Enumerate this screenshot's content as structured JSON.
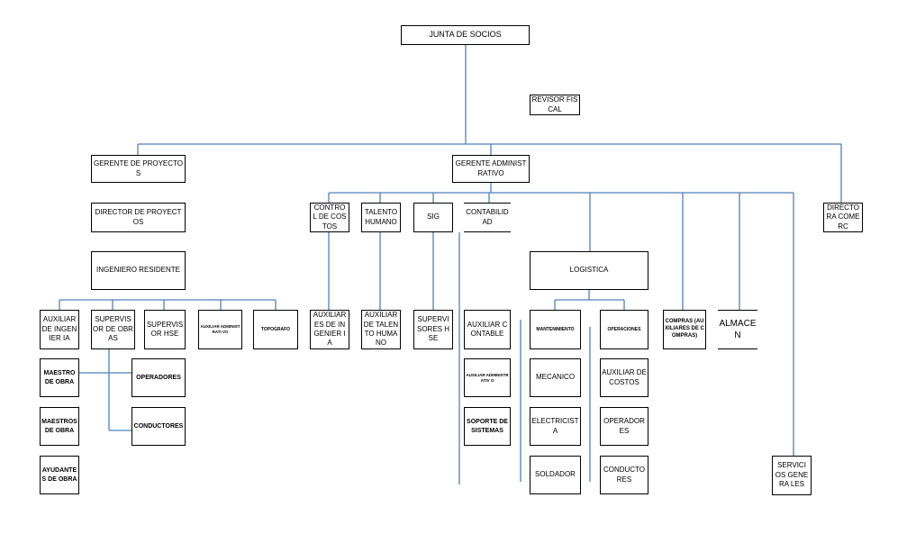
{
  "colors": {
    "connector": "#4f81bd",
    "box_border": "#000000",
    "text": "#000000",
    "background": "#ffffff"
  },
  "boxes": {
    "junta_socios": "JUNTA DE SOCIOS",
    "revisor_fiscal": "REVISOR FISCAL",
    "gerente_proyectos": "GERENTE DE PROYECTOS",
    "gerente_administrativo": "GERENTE ADMINISTRATIVO",
    "directora_comercial": "DIRECTO RA COMERC",
    "director_proyectos": "DIRECTOR DE PROYECTOS",
    "ingeniero_residente": "INGENIERO RESIDENTE",
    "auxiliar_ingenieria": "AUXILIAR DE INGENIER IA",
    "supervisor_obras": "SUPERVIS OR DE OBRAS",
    "supervisor_hse": "SUPERVIS OR HSE",
    "auxiliar_administrativo_proy": "AUXILIAR ADMINISTRATI VO",
    "topografo": "TOPOGRAFO",
    "maestro_obra": "MAESTRO DE OBRA",
    "maestros_obra": "MAESTROS DE OBRA",
    "ayudantes_obra": "AYUDANTE S DE OBRA",
    "operadores_proy": "OPERADORES",
    "conductores_proy": "CONDUCTORES",
    "control_costos": "CONTRO L DE COSTOS",
    "talento_humano": "TALENTO HUMANO",
    "sig": "SIG",
    "contabilidad": "CONTABILIDAD",
    "auxiliares_ingenieria": "AUXILIAR ES DE INGENIER IA",
    "auxiliar_talento_humano": "AUXILIAR DE TALENTO HUMANO",
    "supervisores_hse": "SUPERVI SORES HSE",
    "auxiliar_contable": "AUXILIAR CONTABLE",
    "auxiliar_administrativo_cont": "AUXILIAR ADMINISTRATIV O",
    "soporte_sistemas": "SOPORTE DE SISTEMAS",
    "logistica": "LOGISTICA",
    "mantenimiento": "MANTENIMIENTO",
    "operaciones": "OPERACIONES",
    "mecanico": "MECANICO",
    "electricista": "ELECTRICIST A",
    "soldador": "SOLDADOR",
    "auxiliar_costos": "AUXILIAR DE COSTOS",
    "operadores_log": "OPERADOR ES",
    "conductores_log": "CONDUCTO RES",
    "compras": "COMPRAS (AUXILIARES DE COMPRAS)",
    "almacen": "ALMACEN",
    "servicios_generales": "SERVICI OS GENERA LES"
  }
}
